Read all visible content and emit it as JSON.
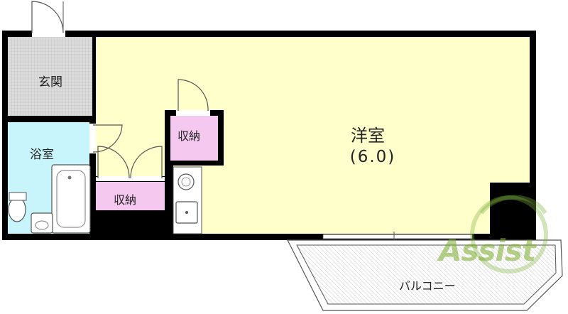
{
  "rooms": {
    "entrance": "玄関",
    "bathroom": "浴室",
    "closet_upper": "収納",
    "closet_lower": "収納",
    "western_room": "洋室",
    "western_room_size": "(6.0)",
    "balcony": "バルコニー"
  },
  "watermark": "Assist",
  "colors": {
    "western_room": "#ffffcc",
    "closet": "#f5c8f0",
    "bathroom": "#c8f4fb",
    "entrance_tile": "#d6d6d6",
    "wall": "#000000",
    "watermark": "#7fb33c"
  }
}
